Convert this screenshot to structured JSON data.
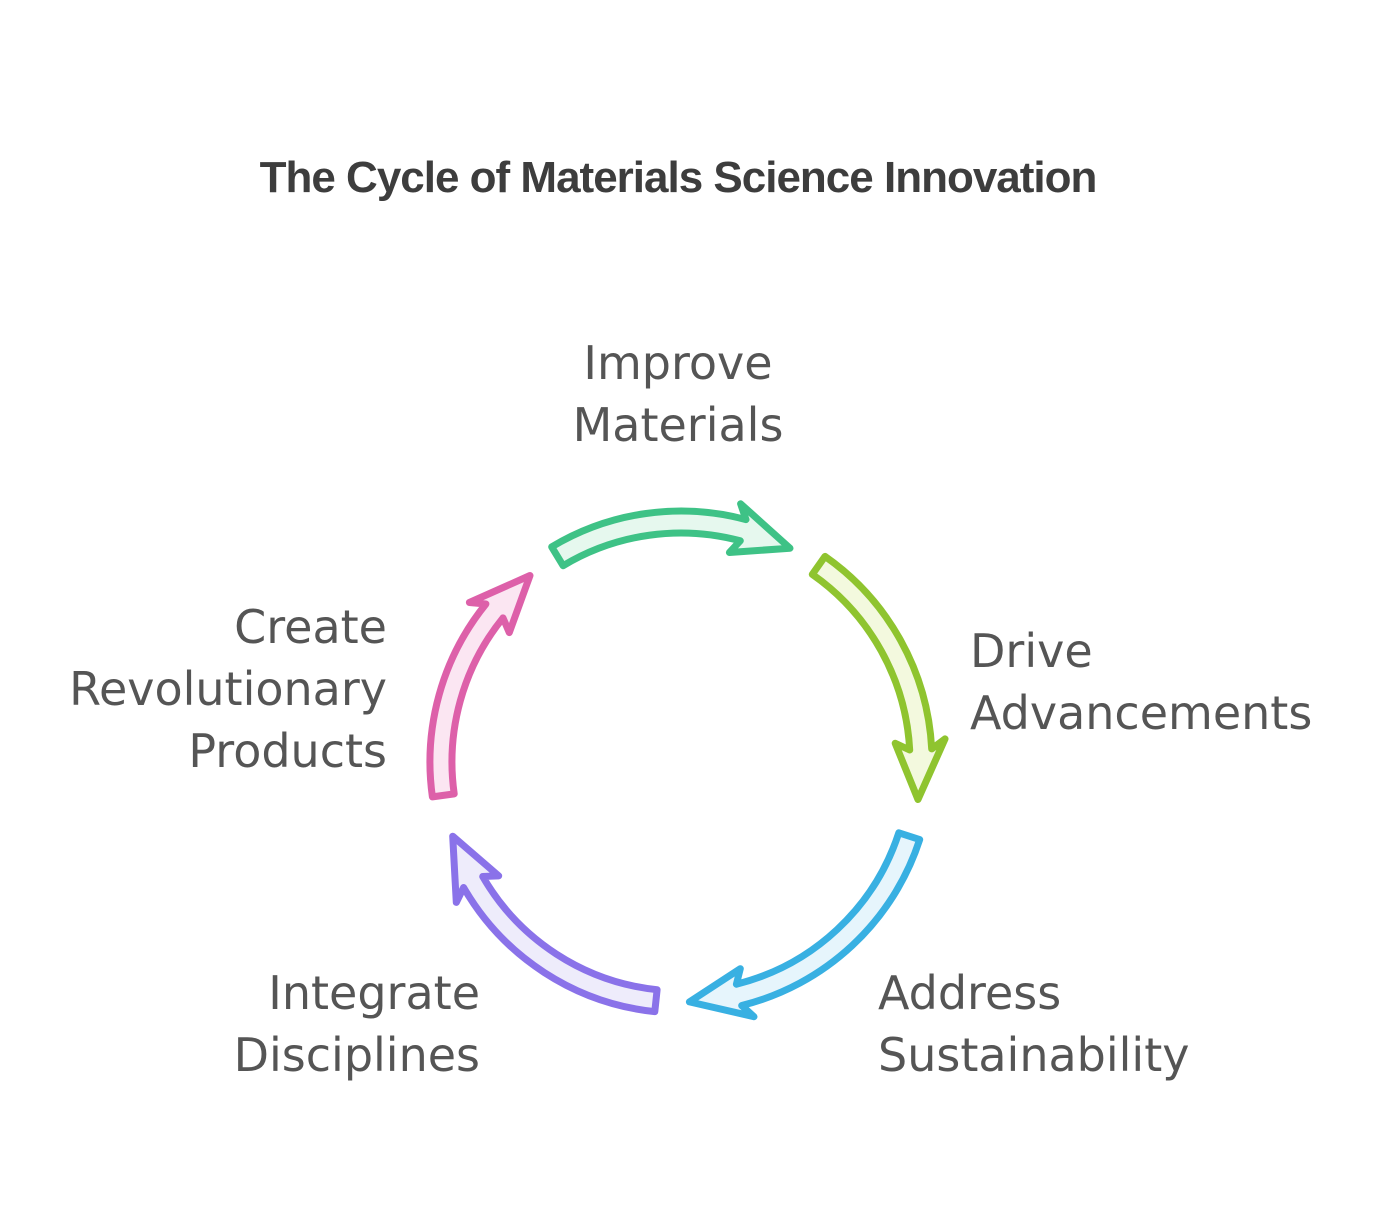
{
  "title": "The Cycle of Materials Science Innovation",
  "colors": {
    "background": "#ffffff",
    "title_text": "#3d3d3d",
    "label_text": "#555555"
  },
  "diagram": {
    "type": "cycle",
    "direction": "clockwise",
    "steps": [
      {
        "id": "improve-materials",
        "label": "Improve Materials",
        "lines": [
          "Improve",
          "Materials"
        ],
        "arrow_color": "#3ec286",
        "arrow_fill": "#e6f8ee",
        "arc_start_deg": 239,
        "arc_end_deg": 297
      },
      {
        "id": "drive-advancements",
        "label": "Drive Advancements",
        "lines": [
          "Drive",
          "Advancements"
        ],
        "arrow_color": "#8fc42f",
        "arrow_fill": "#f3f9de",
        "arc_start_deg": 305,
        "arc_end_deg": 369
      },
      {
        "id": "address-sustainability",
        "label": "Address Sustainability",
        "lines": [
          "Address",
          "Sustainability"
        ],
        "arrow_color": "#38b0e2",
        "arrow_fill": "#e6f5fc",
        "arc_start_deg": 18,
        "arc_end_deg": 88
      },
      {
        "id": "integrate-disciplines",
        "label": "Integrate Disciplines",
        "lines": [
          "Integrate",
          "Disciplines"
        ],
        "arrow_color": "#8a72e9",
        "arrow_fill": "#eeecfb",
        "arc_start_deg": 96,
        "arc_end_deg": 162
      },
      {
        "id": "create-revolutionary-products",
        "label": "Create Revolutionary Products",
        "lines": [
          "Create",
          "Revolutionary",
          "Products"
        ],
        "arrow_color": "#dd60a9",
        "arrow_fill": "#fbe6f2",
        "arc_start_deg": 172,
        "arc_end_deg": 231
      }
    ]
  }
}
